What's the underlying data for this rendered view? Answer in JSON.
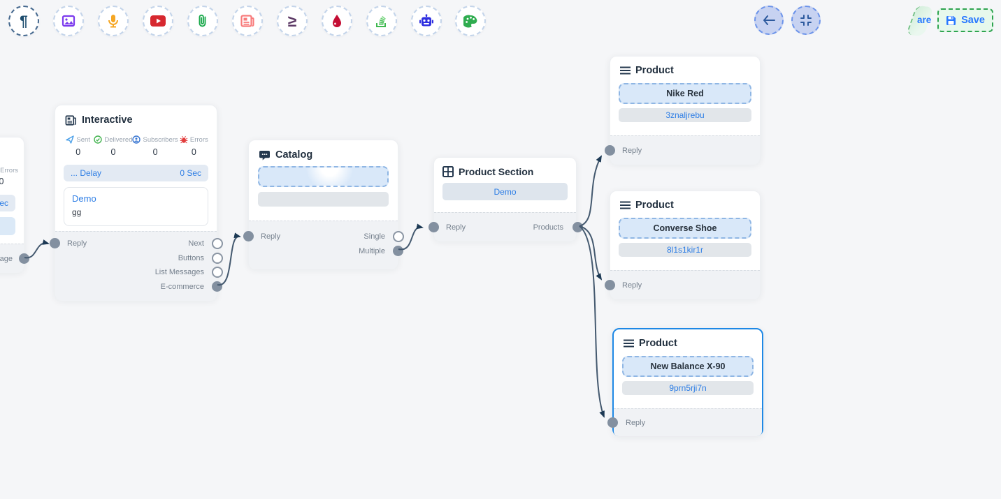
{
  "toolbar": {
    "items": [
      {
        "name": "paragraph",
        "glyph": "¶"
      },
      {
        "name": "image"
      },
      {
        "name": "microphone"
      },
      {
        "name": "youtube"
      },
      {
        "name": "paperclip"
      },
      {
        "name": "newspaper"
      },
      {
        "name": "greater-equal",
        "glyph": "≥"
      },
      {
        "name": "droplet"
      },
      {
        "name": "stack"
      },
      {
        "name": "robot"
      },
      {
        "name": "palette"
      }
    ]
  },
  "topbar": {
    "partial_text": "are",
    "save_label": "Save"
  },
  "nodes": {
    "message_partial": {
      "stat_label": "Errors",
      "stat_value": "0",
      "delay_value": "Sec",
      "output_label": "Message"
    },
    "interactive": {
      "title": "Interactive",
      "stats": [
        {
          "label": "Sent",
          "value": "0"
        },
        {
          "label": "Delivered",
          "value": "0"
        },
        {
          "label": "Subscribers",
          "value": "0"
        },
        {
          "label": "Errors",
          "value": "0"
        }
      ],
      "delay_label": "... Delay",
      "delay_value": "0 Sec",
      "message_title": "Demo",
      "message_body": "gg",
      "input_label": "Reply",
      "outputs": [
        {
          "label": "Next",
          "connected": false
        },
        {
          "label": "Buttons",
          "connected": false
        },
        {
          "label": "List Messages",
          "connected": false
        },
        {
          "label": "E-commerce",
          "connected": true
        }
      ]
    },
    "catalog": {
      "title": "Catalog",
      "input_label": "Reply",
      "outputs": [
        {
          "label": "Single",
          "connected": false
        },
        {
          "label": "Multiple",
          "connected": true
        }
      ]
    },
    "product_section": {
      "title": "Product Section",
      "section_name": "Demo",
      "input_label": "Reply",
      "output_label": "Products"
    },
    "products": [
      {
        "title": "Product",
        "name": "Nike Red",
        "retailer_id": "3znaljrebu",
        "input_label": "Reply",
        "selected": false
      },
      {
        "title": "Product",
        "name": "Converse Shoe",
        "retailer_id": "8l1s1kir1r",
        "input_label": "Reply",
        "selected": false
      },
      {
        "title": "Product",
        "name": "New Balance X-90",
        "retailer_id": "9prn5rji7n",
        "input_label": "Reply",
        "selected": true
      }
    ]
  },
  "connections": [
    {
      "from": "message-node.Message",
      "to": "interactive.Reply"
    },
    {
      "from": "interactive.E-commerce",
      "to": "catalog.Reply"
    },
    {
      "from": "catalog.Multiple",
      "to": "product-section.Reply"
    },
    {
      "from": "product-section.Products",
      "to": "product-nike-red.Reply"
    },
    {
      "from": "product-section.Products",
      "to": "product-converse-shoe.Reply"
    },
    {
      "from": "product-section.Products",
      "to": "product-new-balance.Reply"
    }
  ],
  "colors": {
    "accent_blue": "#2e7ee5",
    "edge": "#44596f",
    "save_green": "#2ea44f",
    "selected_border": "#1e88e5",
    "canvas_bg": "#f5f6f8"
  }
}
